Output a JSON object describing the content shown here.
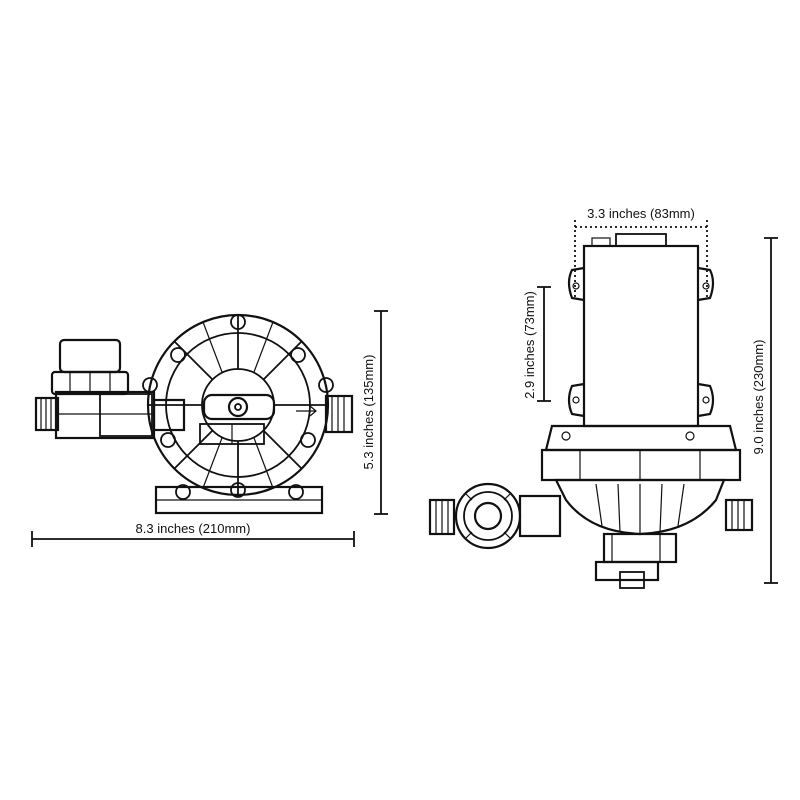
{
  "dimensions": {
    "front_width": "8.3 inches (210mm)",
    "front_height": "5.3 inches (135mm)",
    "side_top_width": "3.3 inches (83mm)",
    "side_motor_height": "2.9 inches (73mm)",
    "side_total_height": "9.0 inches (230mm)"
  },
  "colors": {
    "line": "#111111",
    "background": "#ffffff"
  }
}
